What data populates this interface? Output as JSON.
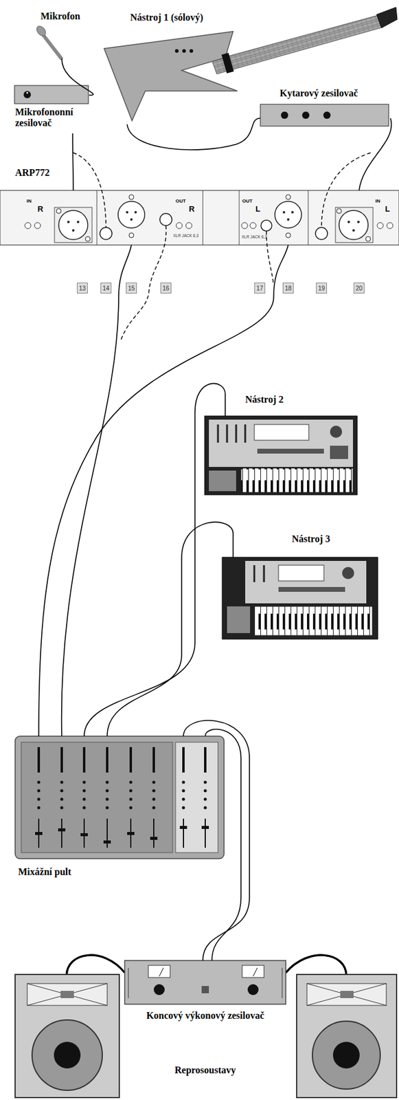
{
  "diagram": {
    "nodes": [
      {
        "text": [
          "Mikrofon"
        ]
      },
      {
        "text": [
          "Nástroj 1 (sólový)"
        ]
      },
      {
        "text": [
          "Mikrofononní zesilovač"
        ]
      },
      {
        "text": [
          "Kytarový zesilovač"
        ]
      },
      {
        "text": [
          "ARP772"
        ]
      },
      {
        "text": [
          "Nástroj 2"
        ]
      },
      {
        "text": [
          "Nástroj 3"
        ]
      },
      {
        "text": [
          "Mixážní pult"
        ]
      },
      {
        "text": [
          "Koncový výkonový zesilovač"
        ]
      }
    ],
    "edges": [
      {
        "from": 0,
        "to": 2,
        "arrow": "none"
      },
      {
        "from": 1,
        "to": 3,
        "arrow": "none"
      },
      {
        "from": 2,
        "to": 4,
        "arrow": "none"
      },
      {
        "from": 3,
        "to": 4,
        "arrow": "none"
      },
      {
        "from": 4,
        "to": 7,
        "arrow": "none"
      },
      {
        "from": 4,
        "to": 7,
        "arrow": "none"
      },
      {
        "from": 5,
        "to": 7,
        "arrow": "none"
      },
      {
        "from": 6,
        "to": 7,
        "arrow": "none"
      },
      {
        "from": 7,
        "to": 8,
        "arrow": "none"
      },
      {
        "from": 7,
        "to": 8,
        "arrow": "none"
      }
    ],
    "labels": [
      "IN",
      "R",
      "OUT",
      "R",
      "XLR JACK 6,3",
      "OUT",
      "L",
      "XLR JACK 6,3",
      "IN",
      "L",
      "13",
      "14",
      "15",
      "16",
      "17",
      "18",
      "19",
      "20",
      "Reprosoustavy"
    ]
  }
}
